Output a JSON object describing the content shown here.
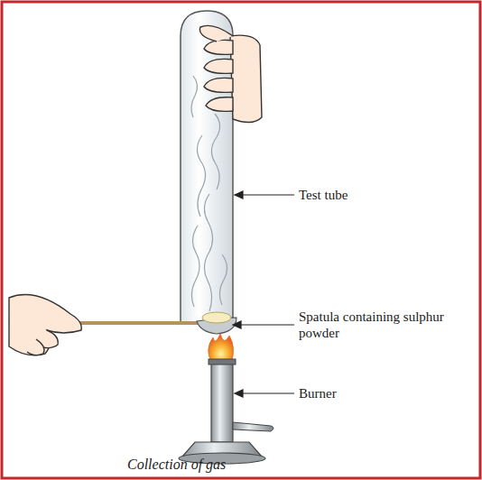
{
  "diagram": {
    "caption": "Collection of gas",
    "labels": [
      "Test tube",
      "Spatula containing sulphur powder",
      "Burner"
    ]
  }
}
